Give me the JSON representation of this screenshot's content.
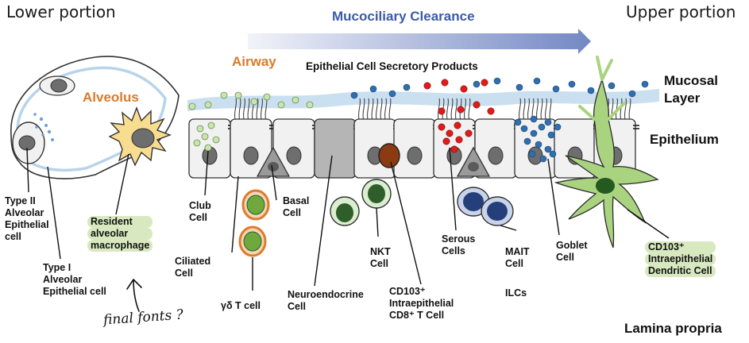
{
  "corners": {
    "lower": "Lower portion",
    "upper": "Upper portion"
  },
  "header": {
    "arrow_title": "Mucociliary Clearance",
    "airway": "Airway",
    "secretory": "Epithelial Cell Secretory Products",
    "alveolus": "Alveolus"
  },
  "layers": {
    "mucosal_1": "Mucosal",
    "mucosal_2": "Layer",
    "epithelium": "Epithelium",
    "lamina": "Lamina propria"
  },
  "labels": {
    "type2": [
      "Type II",
      "Alveolar",
      "Epithelial",
      "cell"
    ],
    "type1": [
      "Type I",
      "Alveolar",
      "Epithelial cell"
    ],
    "resident": [
      "Resident",
      "alveolar",
      "macrophage"
    ],
    "club": [
      "Club",
      "Cell"
    ],
    "basal": [
      "Basal",
      "Cell"
    ],
    "ciliated": [
      "Ciliated",
      "Cell"
    ],
    "gd": "γδ T cell",
    "neuro": [
      "Neuroendocrine",
      "Cell"
    ],
    "nkt": [
      "NKT",
      "Cell"
    ],
    "cd103cd8": [
      "CD103⁺",
      "Intraepithelial",
      "CD8⁺ T Cell"
    ],
    "serous": [
      "Serous",
      "Cells"
    ],
    "mait": [
      "MAIT",
      "Cell"
    ],
    "ilcs": "ILCs",
    "goblet": [
      "Goblet",
      "Cell"
    ],
    "cd103dc": [
      "CD103⁺",
      "Intraepithelial",
      "Dendritic Cell"
    ]
  },
  "annotation": "final fonts ?",
  "colors": {
    "arrow_start": "#eef0f8",
    "arrow_end": "#7b8fc8",
    "arrow_text": "#3a5ba8",
    "airway": "#d97b2a",
    "alveolus": "#d97b2a",
    "mucus": "#b8d4ea",
    "cell_fill": "#f1f1f1",
    "nucleus": "#6e6e6e",
    "neuro_fill": "#b5b5b5",
    "macrophage": "#f8dc8f",
    "gd_border": "#e07a2a",
    "gd_nucleus": "#6fa83c",
    "nkt_fill": "#dbeed0",
    "nkt_nucleus": "#2f5e2a",
    "cd8_nucleus": "#8b3a12",
    "mait_fill": "#c9d4ea",
    "mait_nucleus": "#243f7a",
    "dc_fill": "#a9d37f",
    "dc_nucleus": "#245a20",
    "granule_club": "#c9e4b0",
    "granule_red": "#e11a1a",
    "granule_blue": "#2f6fb0",
    "label_highlight": "#d8e9bf"
  }
}
